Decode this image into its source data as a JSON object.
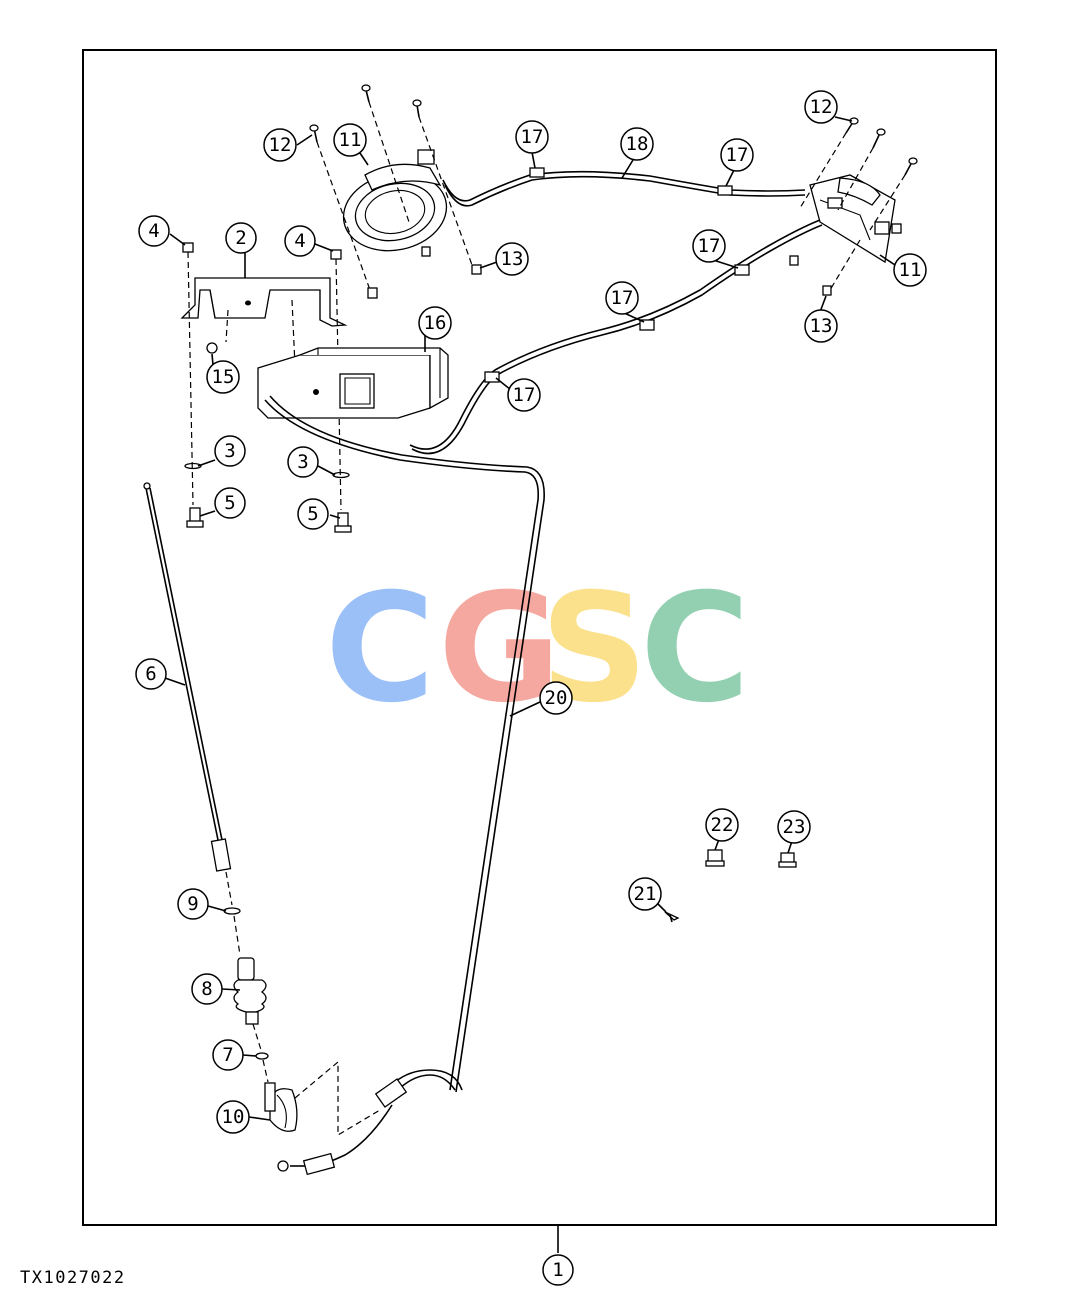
{
  "figure_code": "TX1027022",
  "watermark": {
    "letters": [
      "C",
      "G",
      "S",
      "C"
    ],
    "colors": [
      "#7aaaf5",
      "#f28b80",
      "#fad765",
      "#6fc197"
    ]
  },
  "callouts": {
    "c1": "1",
    "c2": "2",
    "c3a": "3",
    "c3b": "3",
    "c4a": "4",
    "c4b": "4",
    "c5a": "5",
    "c5b": "5",
    "c6": "6",
    "c7": "7",
    "c8": "8",
    "c9": "9",
    "c10": "10",
    "c11a": "11",
    "c11b": "11",
    "c12a": "12",
    "c12b": "12",
    "c13a": "13",
    "c13b": "13",
    "c15": "15",
    "c16": "16",
    "c17a": "17",
    "c17b": "17",
    "c17c": "17",
    "c17d": "17",
    "c17e": "17",
    "c18": "18",
    "c20": "20",
    "c21": "21",
    "c22": "22",
    "c23": "23"
  }
}
